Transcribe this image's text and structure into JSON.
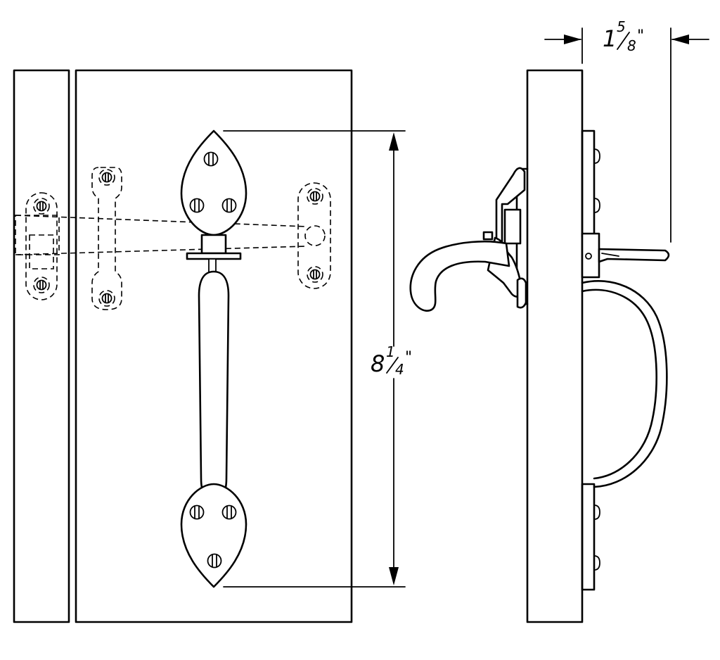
{
  "dimensions": {
    "depth": {
      "whole": "1",
      "numerator": "5",
      "denominator": "8",
      "unit": "\""
    },
    "height": {
      "whole": "8",
      "numerator": "1",
      "denominator": "4",
      "unit": "\""
    }
  },
  "colors": {
    "line": "#000000",
    "background": "#ffffff"
  }
}
